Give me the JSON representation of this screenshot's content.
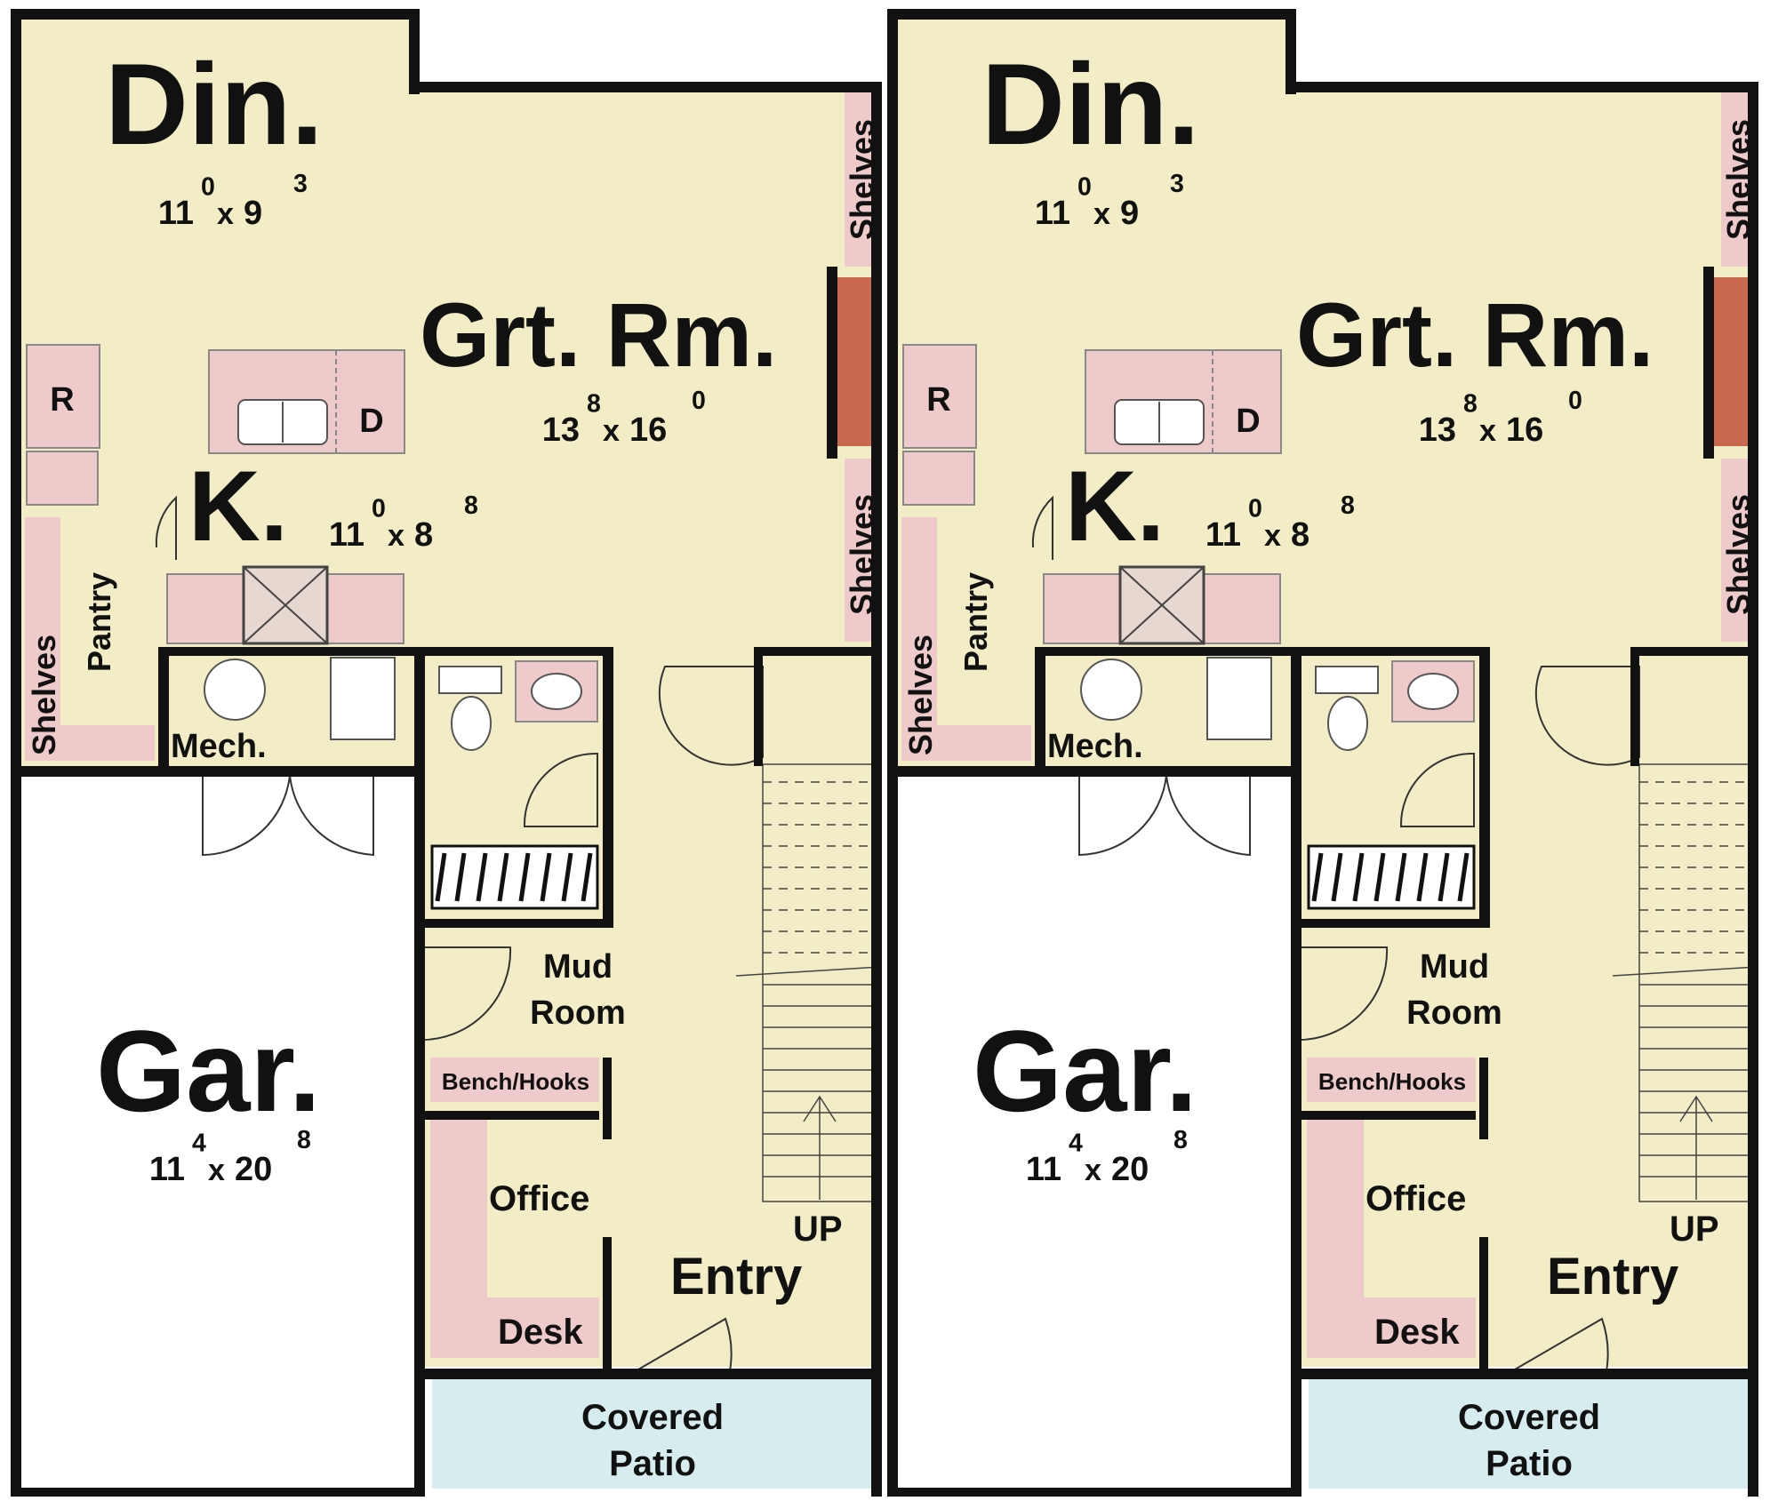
{
  "colors": {
    "floor": "#f2edc6",
    "built_in": "#eecaca",
    "fireplace": "#c9694f",
    "patio": "#d7ecee",
    "wall": "#111111",
    "garage": "#ffffff"
  },
  "unit": {
    "dining": {
      "name": "Din.",
      "w_ft": "11",
      "w_in": "0",
      "x": "x",
      "d_ft": "9",
      "d_in": "3"
    },
    "great_room": {
      "name": "Grt. Rm.",
      "w_ft": "13",
      "w_in": "8",
      "x": "x",
      "d_ft": "16",
      "d_in": "0"
    },
    "kitchen": {
      "name": "K.",
      "w_ft": "11",
      "w_in": "0",
      "x": "x",
      "d_ft": "8",
      "d_in": "8"
    },
    "garage": {
      "name": "Gar.",
      "w_ft": "11",
      "w_in": "4",
      "x": "x",
      "d_ft": "20",
      "d_in": "8"
    },
    "refrigerator": "R",
    "dishwasher": "D",
    "shelves": "Shelves",
    "pantry": "Pantry",
    "mech": "Mech.",
    "mud_room": [
      "Mud",
      "Room"
    ],
    "bench_hooks": "Bench/Hooks",
    "office": "Office",
    "desk": "Desk",
    "stairs": "UP",
    "entry": "Entry",
    "covered_patio": [
      "Covered",
      "Patio"
    ]
  }
}
